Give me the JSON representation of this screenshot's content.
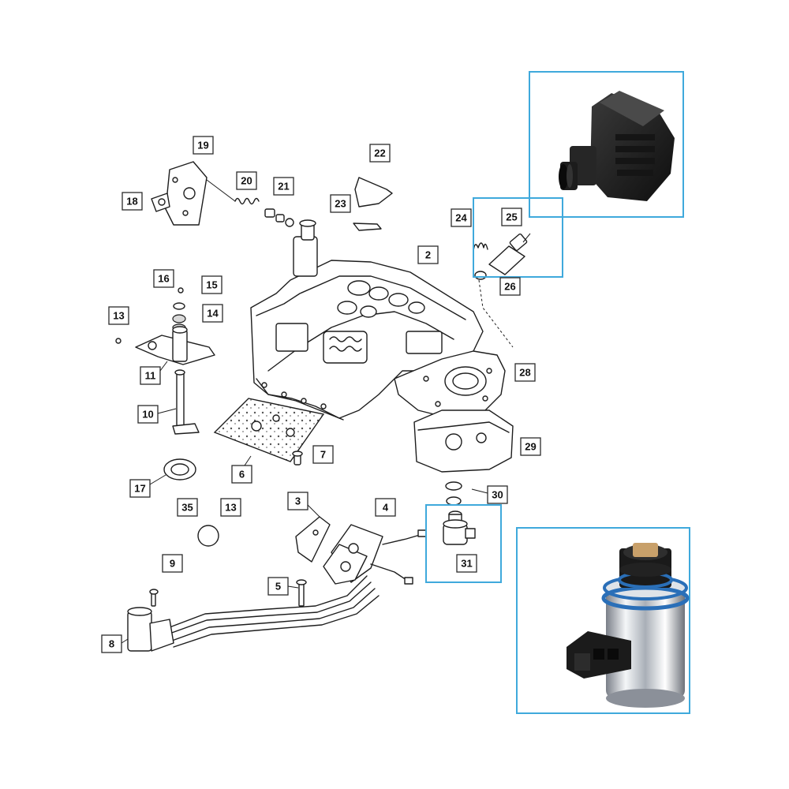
{
  "callouts": {
    "c2": "2",
    "c3": "3",
    "c4": "4",
    "c5": "5",
    "c6": "6",
    "c7": "7",
    "c8": "8",
    "c9": "9",
    "c10": "10",
    "c11": "11",
    "c12": "13",
    "c13": "13",
    "c14": "14",
    "c15": "15",
    "c16": "16",
    "c17": "17",
    "c18": "18",
    "c19": "19",
    "c20": "20",
    "c21": "21",
    "c22": "22",
    "c23": "23",
    "c24": "24",
    "c25": "25",
    "c26": "26",
    "c28": "28",
    "c29": "29",
    "c30": "30",
    "c31": "31",
    "c35": "35"
  },
  "colors": {
    "highlight_border": "#3fa9dc",
    "solenoid_body": "#2a2a2a",
    "pressure_sensor_blue": "#2a6fb8",
    "pressure_sensor_tip": "#c8a06a"
  },
  "photos": {
    "top_right": "solenoid-photo",
    "bottom_right": "pressure-sensor-photo"
  }
}
